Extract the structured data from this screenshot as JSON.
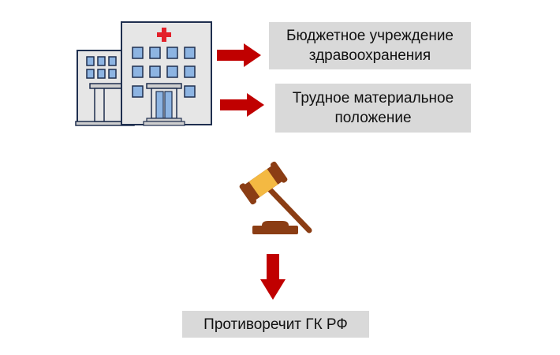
{
  "boxes": {
    "institution": "Бюджетное учреждение здравоохранения",
    "hardship": "Трудное материальное положение",
    "conclusion": "Противоречит ГК РФ"
  },
  "icons": {
    "hospital": "hospital-icon",
    "gavel": "gavel-icon",
    "arrow_right": "arrow-right-icon",
    "arrow_down": "arrow-down-icon"
  },
  "colors": {
    "arrow": "#c00000",
    "box_fill": "#d9d9d9",
    "hospital_outline": "#1f2f4f",
    "hospital_wall": "#e6e6e6",
    "hospital_window": "#8db4e2",
    "cross": "#e3202a",
    "gavel_head": "#8b3d14",
    "gavel_band": "#f4b942"
  }
}
